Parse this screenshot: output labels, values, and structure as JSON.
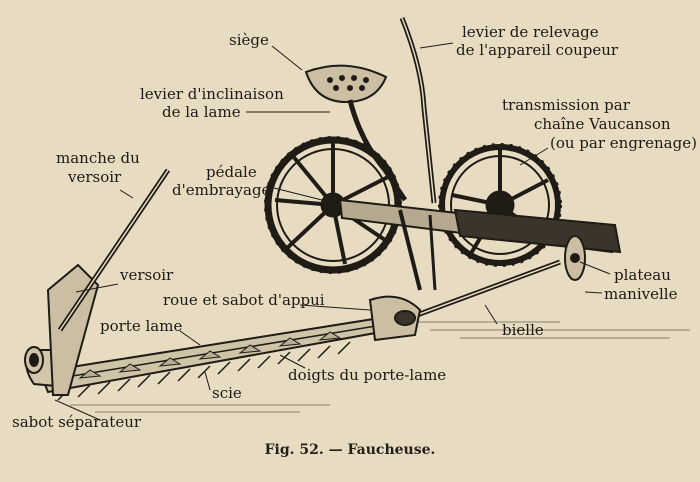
{
  "labels": {
    "siege": "siège",
    "levier_relevage_1": "levier de relevage",
    "levier_relevage_2": "de l'appareil coupeur",
    "levier_inclinaison_1": "levier d'inclinaison",
    "levier_inclinaison_2": "de la lame",
    "transmission_1": "transmission par",
    "transmission_2": "chaîne Vaucanson",
    "transmission_3": "(ou par engrenage)",
    "manche_1": "manche du",
    "manche_2": "versoir",
    "pedale_1": "pédale",
    "pedale_2": "d'embrayage",
    "versoir": "versoir",
    "plateau_1": "plateau",
    "plateau_2": "manivelle",
    "roue_sabot": "roue et sabot d'appui",
    "porte_lame": "porte lame",
    "bielle": "bielle",
    "doigts": "doigts du porte-lame",
    "scie": "scie",
    "sabot_separateur": "sabot séparateur"
  },
  "caption": {
    "fig": "Fig. 52.",
    "dash": "—",
    "title": "Faucheuse."
  }
}
